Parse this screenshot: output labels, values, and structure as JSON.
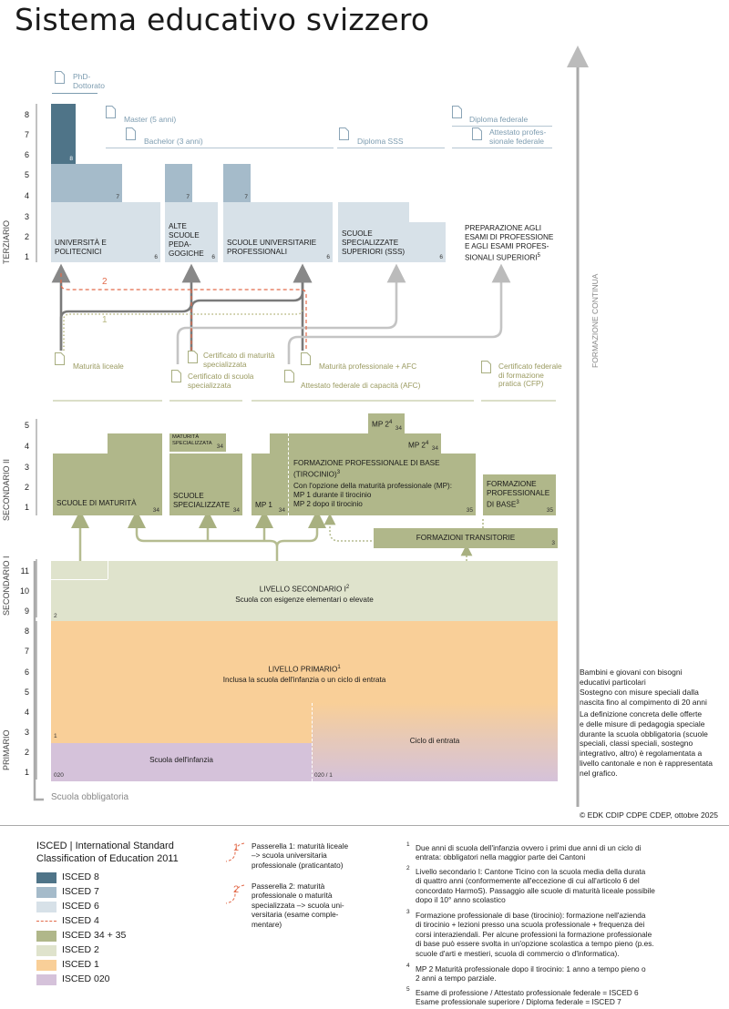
{
  "title": "Sistema educativo svizzero",
  "stage_labels": {
    "terziario": "TERZIARIO",
    "secondario_ii": "SECONDARIO II",
    "secondario_i": "SECONDARIO I",
    "primario": "PRIMARIO"
  },
  "years": {
    "terziario": [
      "8",
      "7",
      "6",
      "5",
      "4",
      "3",
      "2",
      "1"
    ],
    "secondario_ii": [
      "5",
      "4",
      "3",
      "2",
      "1"
    ],
    "secondario_i": [
      "11",
      "10",
      "9"
    ],
    "primario": [
      "8",
      "7",
      "6",
      "5",
      "4",
      "3",
      "2",
      "1"
    ]
  },
  "formazione_continua": "FORMAZIONE CONTINUA",
  "scuola_obbligatoria": "Scuola obbligatoria",
  "copyright": "© EDK CDIP CDPE CDEP, ottobre 2025",
  "terziario": {
    "phd": "PhD-\nDottorato",
    "master": "Master (5 anni)",
    "bachelor": "Bachelor (3 anni)",
    "diploma_sss": "Diploma SSS",
    "diploma_federale": "Diploma federale",
    "attestato_federale": "Attestato profes-\nsionale federale",
    "uni": "UNIVERSITÀ E\nPOLITECNICI",
    "alte": "ALTE\nSCUOLE\nPEDA-\nGOGICHE",
    "sup": "SCUOLE UNIVERSITARIE\nPROFESSIONALI",
    "sss": "SCUOLE\nSPECIALIZZATE\nSUPERIORI (SSS)",
    "prep": "PREPARAZIONE AGLI\nESAMI DI PROFESSIONE\nE AGLI ESAMI PROFES-\nSIONALI SUPERIORI",
    "prep_sup": "5",
    "isced": {
      "phd": "8",
      "uni7": "7",
      "alte7": "7",
      "sup7": "7",
      "uni6": "6",
      "alte6": "6",
      "sup6": "6",
      "sss6": "6"
    }
  },
  "passerelle": {
    "p1": "1",
    "p2": "2"
  },
  "certificati": {
    "maturita_liceale": "Maturità liceale",
    "cert_maturita_spec": "Certificato di maturità\nspecializzata",
    "cert_scuola_spec": "Certificato di scuola\nspecializzata",
    "maturita_prof": "Maturità professionale + AFC",
    "afc": "Attestato federale di capacità (AFC)",
    "cfp": "Certificato federale\ndi formazione\npratica (CFP)"
  },
  "secondario_ii": {
    "maturita": "SCUOLE DI MATURITÀ",
    "mat_spec": "MATURITÀ\nSPECIALIZZATA",
    "scuole_spec": "SCUOLE\nSPECIALIZZATE",
    "mp1": "MP 1",
    "mp2a": "MP 2",
    "mp2b": "MP 2",
    "mp2_sup": "4",
    "fpb_title": "FORMAZIONE PROFESSIONALE DI BASE\n(TIROCINIO)",
    "fpb_sup": "3",
    "fpb_desc": "Con l'opzione della maturità professionale (MP):\nMP 1 durante il tirocinio\nMP 2 dopo il tirocinio",
    "fpb2": "FORMAZIONE\nPROFESSIONALE\nDI BASE",
    "fpb2_sup": "3",
    "transitorie": "FORMAZIONI TRANSITORIE",
    "isced": {
      "mat": "34",
      "matspec": "34",
      "spec": "34",
      "mp1": "34",
      "mp2a": "34",
      "mp2b": "34",
      "fpb": "35",
      "fpb2": "35",
      "trans": "3"
    }
  },
  "secondario_i": {
    "title": "LIVELLO SECONDARIO I",
    "sup": "2",
    "sub": "Scuola con esigenze elementari o elevate",
    "isced": "2"
  },
  "primario": {
    "title": "LIVELLO PRIMARIO",
    "sup": "1",
    "sub": "Inclusa la scuola dell'infanzia o un ciclo di entrata",
    "infanzia": "Scuola dell'infanzia",
    "ciclo": "Ciclo di entrata",
    "isced1": "1",
    "isced020": "020",
    "isced0201": "020 / 1"
  },
  "side_note": {
    "title": "Bambini e giovani con bisogni\neducativi particolari",
    "p1": "Sostegno con misure speciali dalla\nnascita fino al compimento di 20 anni",
    "p2": "La definizione concreta delle offerte\ne delle misure di pedagogia speciale\ndurante la scuola obbligatoria (scuole\nspeciali, classi speciali, sostegno\nintegrativo, altro) è regolamentata a\nlivello cantonale e non è rappresentata\nnel grafico."
  },
  "legend": {
    "title": "ISCED | International Standard\nClassification of Education 2011",
    "items": [
      {
        "label": "ISCED 8",
        "color": "#4f7488"
      },
      {
        "label": "ISCED 7",
        "color": "#a5bbca"
      },
      {
        "label": "ISCED 6",
        "color": "#d7e1e8"
      },
      {
        "label": "ISCED 4",
        "color": "dashed"
      },
      {
        "label": "ISCED 34 + 35",
        "color": "#b0b78a"
      },
      {
        "label": "ISCED 2",
        "color": "#dfe3cc"
      },
      {
        "label": "ISCED 1",
        "color": "#f9cf98"
      },
      {
        "label": "ISCED 020",
        "color": "#d5c2da"
      }
    ],
    "pass1_num": "1",
    "pass1": "Passerella 1: maturità liceale\n–> scuola universitaria\nprofessionale (praticantato)",
    "pass2_num": "2",
    "pass2": "Passerella 2: maturità\nprofessionale o maturità\nspecializzata –> scuola uni-\nversitaria (esame comple-\nmentare)"
  },
  "footnotes": [
    {
      "n": "1",
      "text": "Due anni di scuola dell'infanzia ovvero i primi due anni di un ciclo di\nentrata: obbligatori nella maggior parte dei Cantoni"
    },
    {
      "n": "2",
      "text": "Livello secondario I: Cantone Ticino con la scuola media della durata\ndi quattro anni (conformemente all'eccezione di cui all'articolo 6 del\nconcordato HarmoS). Passaggio alle scuole di maturità liceale possibile\ndopo il 10° anno scolastico"
    },
    {
      "n": "3",
      "text": "Formazione professionale di base (tirocinio): formazione nell'azienda\ndi tirocinio + lezioni presso una scuola professionale + frequenza dei\ncorsi interaziendali. Per alcune professioni la formazione professionale\ndi base può essere svolta in un'opzione scolastica a tempo pieno (p.es.\nscuole d'arti e mestieri, scuola di commercio o d'informatica)."
    },
    {
      "n": "4",
      "text": "MP 2 Maturità professionale dopo il tirocinio: 1 anno a tempo pieno o\n2 anni a tempo parziale."
    },
    {
      "n": "5",
      "text": "Esame di professione / Attestato professionale federale = ISCED 6\nEsame professionale superiore / Diploma federale = ISCED 7"
    }
  ]
}
